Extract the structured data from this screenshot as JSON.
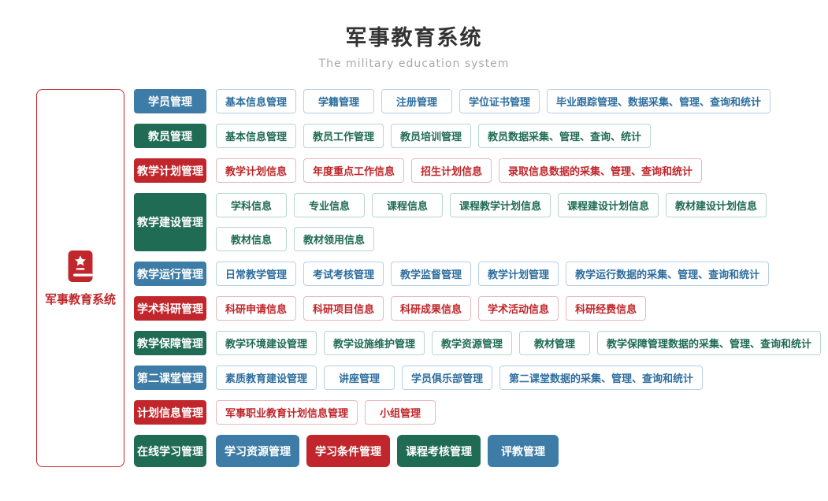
{
  "header": {
    "title": "军事教育系统",
    "subtitle": "The military education system"
  },
  "root": {
    "label": "军事教育系统",
    "icon": "book-star-icon"
  },
  "colors": {
    "blue": "#3d7ca6",
    "green": "#1f6b54",
    "red": "#c0262b",
    "blue-light": "#b5d0e7",
    "green-light": "#b7d6cb",
    "red-light": "#e9b7ba",
    "blue-text": "#2e6e9e",
    "title": "#333333",
    "subtitle": "#a9a9a9"
  },
  "rows": [
    {
      "category": {
        "label": "学员管理",
        "theme": "blue",
        "variant": "solid"
      },
      "lines": [
        [
          {
            "label": "基本信息管理",
            "theme": "blue",
            "variant": "outline"
          },
          {
            "label": "学籍管理",
            "theme": "blue",
            "variant": "outline"
          },
          {
            "label": "注册管理",
            "theme": "blue",
            "variant": "outline"
          },
          {
            "label": "学位证书管理",
            "theme": "blue",
            "variant": "outline"
          },
          {
            "label": "毕业跟踪管理、数据采集、管理、查询和统计",
            "theme": "blue",
            "variant": "outline"
          }
        ]
      ]
    },
    {
      "category": {
        "label": "教员管理",
        "theme": "green",
        "variant": "solid"
      },
      "lines": [
        [
          {
            "label": "基本信息管理",
            "theme": "green",
            "variant": "outline"
          },
          {
            "label": "教员工作管理",
            "theme": "green",
            "variant": "outline"
          },
          {
            "label": "教员培训管理",
            "theme": "green",
            "variant": "outline"
          },
          {
            "label": "教员数据采集、管理、查询、统计",
            "theme": "green",
            "variant": "outline"
          }
        ]
      ]
    },
    {
      "category": {
        "label": "教学计划管理",
        "theme": "red",
        "variant": "solid"
      },
      "lines": [
        [
          {
            "label": "教学计划信息",
            "theme": "red",
            "variant": "outline"
          },
          {
            "label": "年度重点工作信息",
            "theme": "red",
            "variant": "outline"
          },
          {
            "label": "招生计划信息",
            "theme": "red",
            "variant": "outline"
          },
          {
            "label": "录取信息数据的采集、管理、查询和统计",
            "theme": "red",
            "variant": "outline"
          }
        ]
      ]
    },
    {
      "category": {
        "label": "教学建设管理",
        "theme": "green",
        "variant": "solid"
      },
      "lines": [
        [
          {
            "label": "学科信息",
            "theme": "green",
            "variant": "outline"
          },
          {
            "label": "专业信息",
            "theme": "green",
            "variant": "outline"
          },
          {
            "label": "课程信息",
            "theme": "green",
            "variant": "outline"
          },
          {
            "label": "课程教学计划信息",
            "theme": "green",
            "variant": "outline"
          },
          {
            "label": "课程建设计划信息",
            "theme": "green",
            "variant": "outline"
          },
          {
            "label": "教材建设计划信息",
            "theme": "green",
            "variant": "outline"
          }
        ],
        [
          {
            "label": "教材信息",
            "theme": "green",
            "variant": "outline"
          },
          {
            "label": "教材领用信息",
            "theme": "green",
            "variant": "outline"
          }
        ]
      ]
    },
    {
      "category": {
        "label": "教学运行管理",
        "theme": "blue",
        "variant": "solid"
      },
      "lines": [
        [
          {
            "label": "日常教学管理",
            "theme": "blue",
            "variant": "outline"
          },
          {
            "label": "考试考核管理",
            "theme": "blue",
            "variant": "outline"
          },
          {
            "label": "教学监督管理",
            "theme": "blue",
            "variant": "outline"
          },
          {
            "label": "教学计划管理",
            "theme": "blue",
            "variant": "outline"
          },
          {
            "label": "教学运行数据的采集、管理、查询和统计",
            "theme": "blue",
            "variant": "outline"
          }
        ]
      ]
    },
    {
      "category": {
        "label": "学术科研管理",
        "theme": "red",
        "variant": "solid"
      },
      "lines": [
        [
          {
            "label": "科研申请信息",
            "theme": "red",
            "variant": "outline"
          },
          {
            "label": "科研项目信息",
            "theme": "red",
            "variant": "outline"
          },
          {
            "label": "科研成果信息",
            "theme": "red",
            "variant": "outline"
          },
          {
            "label": "学术活动信息",
            "theme": "red",
            "variant": "outline"
          },
          {
            "label": "科研经费信息",
            "theme": "red",
            "variant": "outline"
          }
        ]
      ]
    },
    {
      "category": {
        "label": "教学保障管理",
        "theme": "green",
        "variant": "solid"
      },
      "lines": [
        [
          {
            "label": "教学环境建设管理",
            "theme": "green",
            "variant": "outline"
          },
          {
            "label": "教学设施维护管理",
            "theme": "green",
            "variant": "outline"
          },
          {
            "label": "教学资源管理",
            "theme": "green",
            "variant": "outline"
          },
          {
            "label": "教材管理",
            "theme": "green",
            "variant": "outline"
          },
          {
            "label": "教学保障管理数据的采集、管理、查询和统计",
            "theme": "green",
            "variant": "outline"
          }
        ]
      ]
    },
    {
      "category": {
        "label": "第二课堂管理",
        "theme": "blue",
        "variant": "solid"
      },
      "lines": [
        [
          {
            "label": "素质教育建设管理",
            "theme": "blue",
            "variant": "outline"
          },
          {
            "label": "讲座管理",
            "theme": "blue",
            "variant": "outline"
          },
          {
            "label": "学员俱乐部管理",
            "theme": "blue",
            "variant": "outline"
          },
          {
            "label": "第二课堂数据的采集、管理、查询和统计",
            "theme": "blue",
            "variant": "outline"
          }
        ]
      ]
    },
    {
      "category": {
        "label": "计划信息管理",
        "theme": "red",
        "variant": "solid"
      },
      "lines": [
        [
          {
            "label": "军事职业教育计划信息管理",
            "theme": "red",
            "variant": "outline"
          },
          {
            "label": "小组管理",
            "theme": "red",
            "variant": "outline"
          }
        ]
      ]
    },
    {
      "category": {
        "label": "在线学习管理",
        "theme": "green",
        "variant": "solid"
      },
      "large": true,
      "lines": [
        [
          {
            "label": "学习资源管理",
            "theme": "blue",
            "variant": "solid"
          },
          {
            "label": "学习条件管理",
            "theme": "red",
            "variant": "solid"
          },
          {
            "label": "课程考核管理",
            "theme": "green",
            "variant": "solid"
          },
          {
            "label": "评教管理",
            "theme": "blue",
            "variant": "solid"
          }
        ]
      ]
    }
  ]
}
